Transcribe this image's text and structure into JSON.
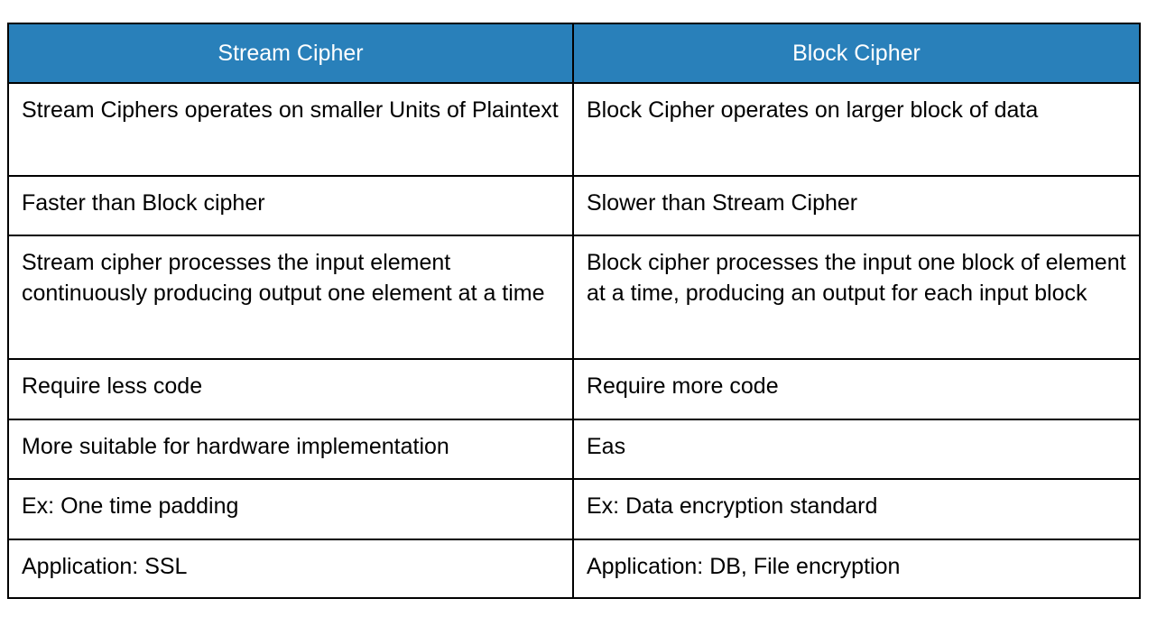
{
  "table": {
    "accent_color": "#2980ba",
    "header_text_color": "#ffffff",
    "body_text_color": "#000000",
    "border_color": "#000000",
    "columns": [
      {
        "label": "Stream Cipher"
      },
      {
        "label": "Block Cipher"
      }
    ],
    "rows": [
      {
        "left": "Stream Ciphers operates on smaller Units of Plaintext",
        "right": "Block Cipher operates on larger block of data"
      },
      {
        "left": "Faster than Block cipher",
        "right": "Slower than Stream Cipher"
      },
      {
        "left": "Stream cipher processes the input element continuously producing output one element at a time",
        "right": "Block cipher processes the input one block of element at a time, producing an output for each input block"
      },
      {
        "left": "Require less code",
        "right": "Require more code"
      },
      {
        "left": "More suitable for hardware implementation",
        "right": "Eas"
      },
      {
        "left": "Ex: One time padding",
        "right": "Ex: Data encryption standard"
      },
      {
        "left": "Application: SSL",
        "right": "Application: DB, File encryption"
      }
    ]
  }
}
